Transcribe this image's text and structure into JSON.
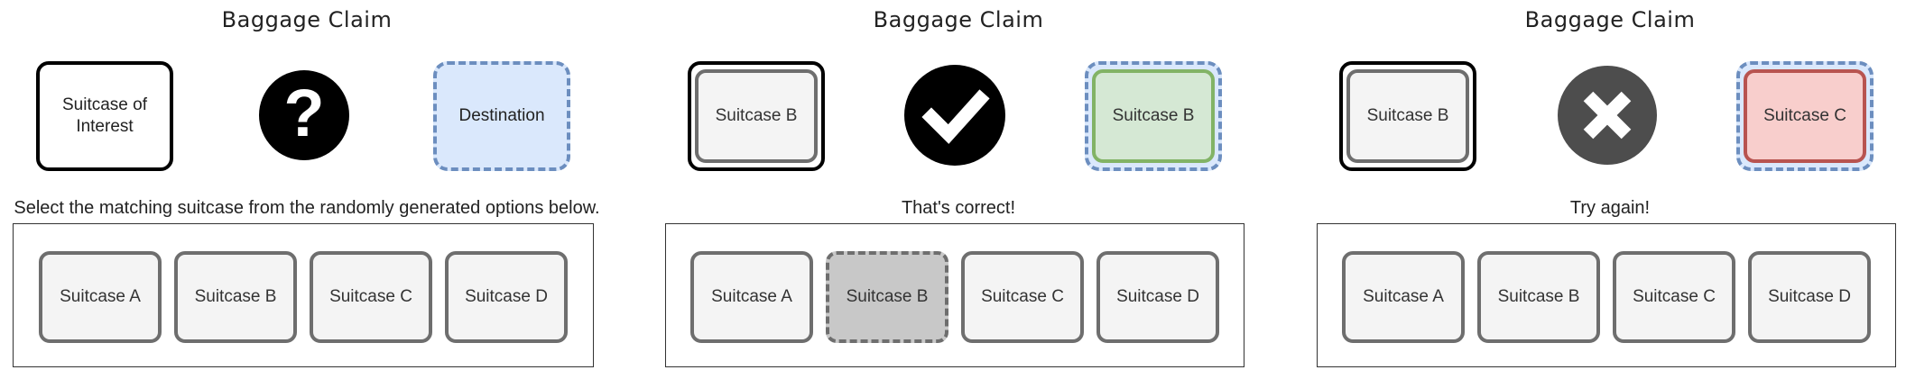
{
  "panels": [
    {
      "title": "Baggage Claim",
      "left_label": "Suitcase of Interest",
      "status_icon": "question-icon",
      "right_label": "Destination",
      "caption": "Select the matching suitcase from the randomly generated options below.",
      "options": [
        "Suitcase A",
        "Suitcase B",
        "Suitcase C",
        "Suitcase D"
      ]
    },
    {
      "title": "Baggage Claim",
      "left_label": "Suitcase B",
      "status_icon": "check-icon",
      "right_label": "Suitcase B",
      "caption": "That's correct!",
      "options": [
        "Suitcase A",
        "Suitcase B",
        "Suitcase C",
        "Suitcase D"
      ],
      "selected_option": "Suitcase B"
    },
    {
      "title": "Baggage Claim",
      "left_label": "Suitcase B",
      "status_icon": "x-icon",
      "right_label": "Suitcase C",
      "caption": "Try again!",
      "options": [
        "Suitcase A",
        "Suitcase B",
        "Suitcase C",
        "Suitcase D"
      ]
    }
  ],
  "colors": {
    "destination_fill": "#dae8fc",
    "destination_border": "#6c8ebf",
    "correct_fill": "#d5e8d4",
    "correct_border": "#82b366",
    "wrong_fill": "#f8cecc",
    "wrong_border": "#b85450",
    "card_fill": "#f4f4f4",
    "card_border": "#6e6e6e",
    "selected_fill": "#c8c8c8",
    "question_circle": "#000000",
    "check_circle": "#000000",
    "x_circle": "#4d4d4d"
  }
}
